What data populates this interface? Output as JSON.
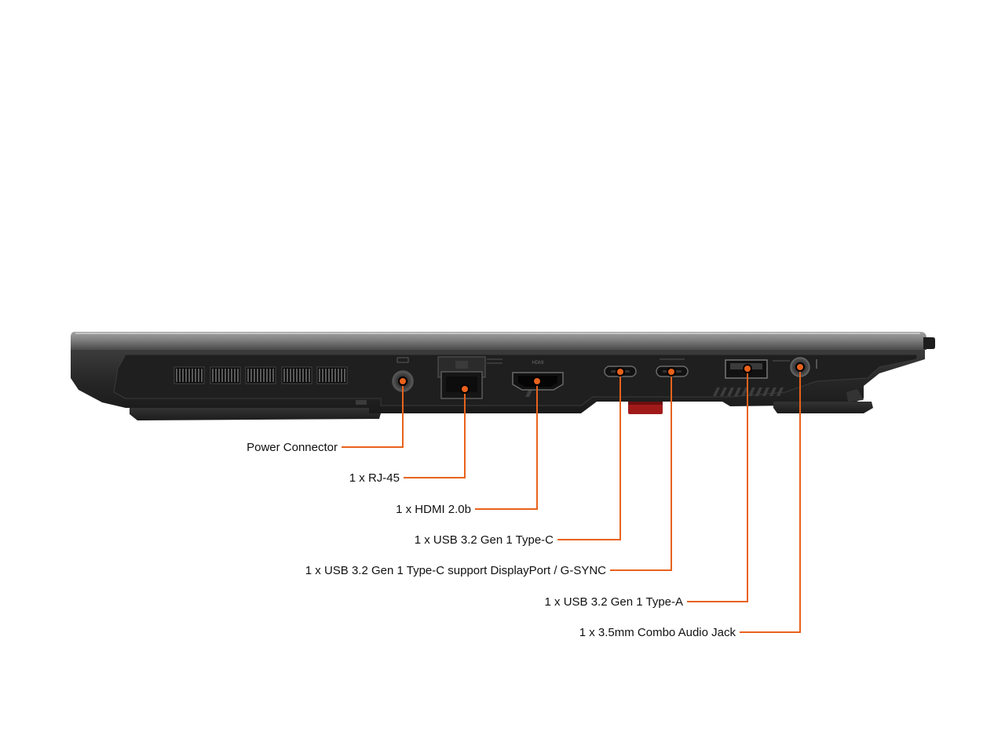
{
  "diagram": {
    "colors": {
      "callout": "#e8621c",
      "lid": "#7d7d7d",
      "body": "#2a2a2a",
      "accent": "#a11a1a"
    },
    "port_markings": {
      "hdmi": "HDMI"
    },
    "callouts": [
      {
        "id": "power-connector",
        "label": "Power Connector"
      },
      {
        "id": "rj45",
        "label": "1 x RJ-45"
      },
      {
        "id": "hdmi",
        "label": "1 x HDMI 2.0b"
      },
      {
        "id": "usb-c",
        "label": "1 x USB 3.2 Gen 1 Type-C"
      },
      {
        "id": "usb-c-dp",
        "label": "1 x USB 3.2 Gen 1 Type-C support DisplayPort / G-SYNC"
      },
      {
        "id": "usb-a",
        "label": "1 x USB 3.2 Gen 1 Type-A"
      },
      {
        "id": "audio-jack",
        "label": "1 x 3.5mm Combo Audio Jack"
      }
    ]
  }
}
